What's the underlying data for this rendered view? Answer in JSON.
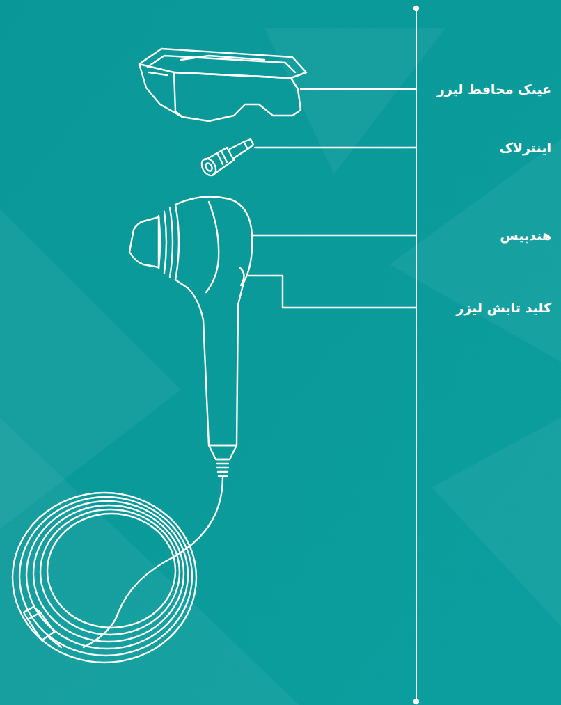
{
  "diagram": {
    "labels": [
      "عینک محافظ لیزر",
      "اینترلاک",
      "هندپیس",
      "کلید تابش لیزر"
    ]
  }
}
